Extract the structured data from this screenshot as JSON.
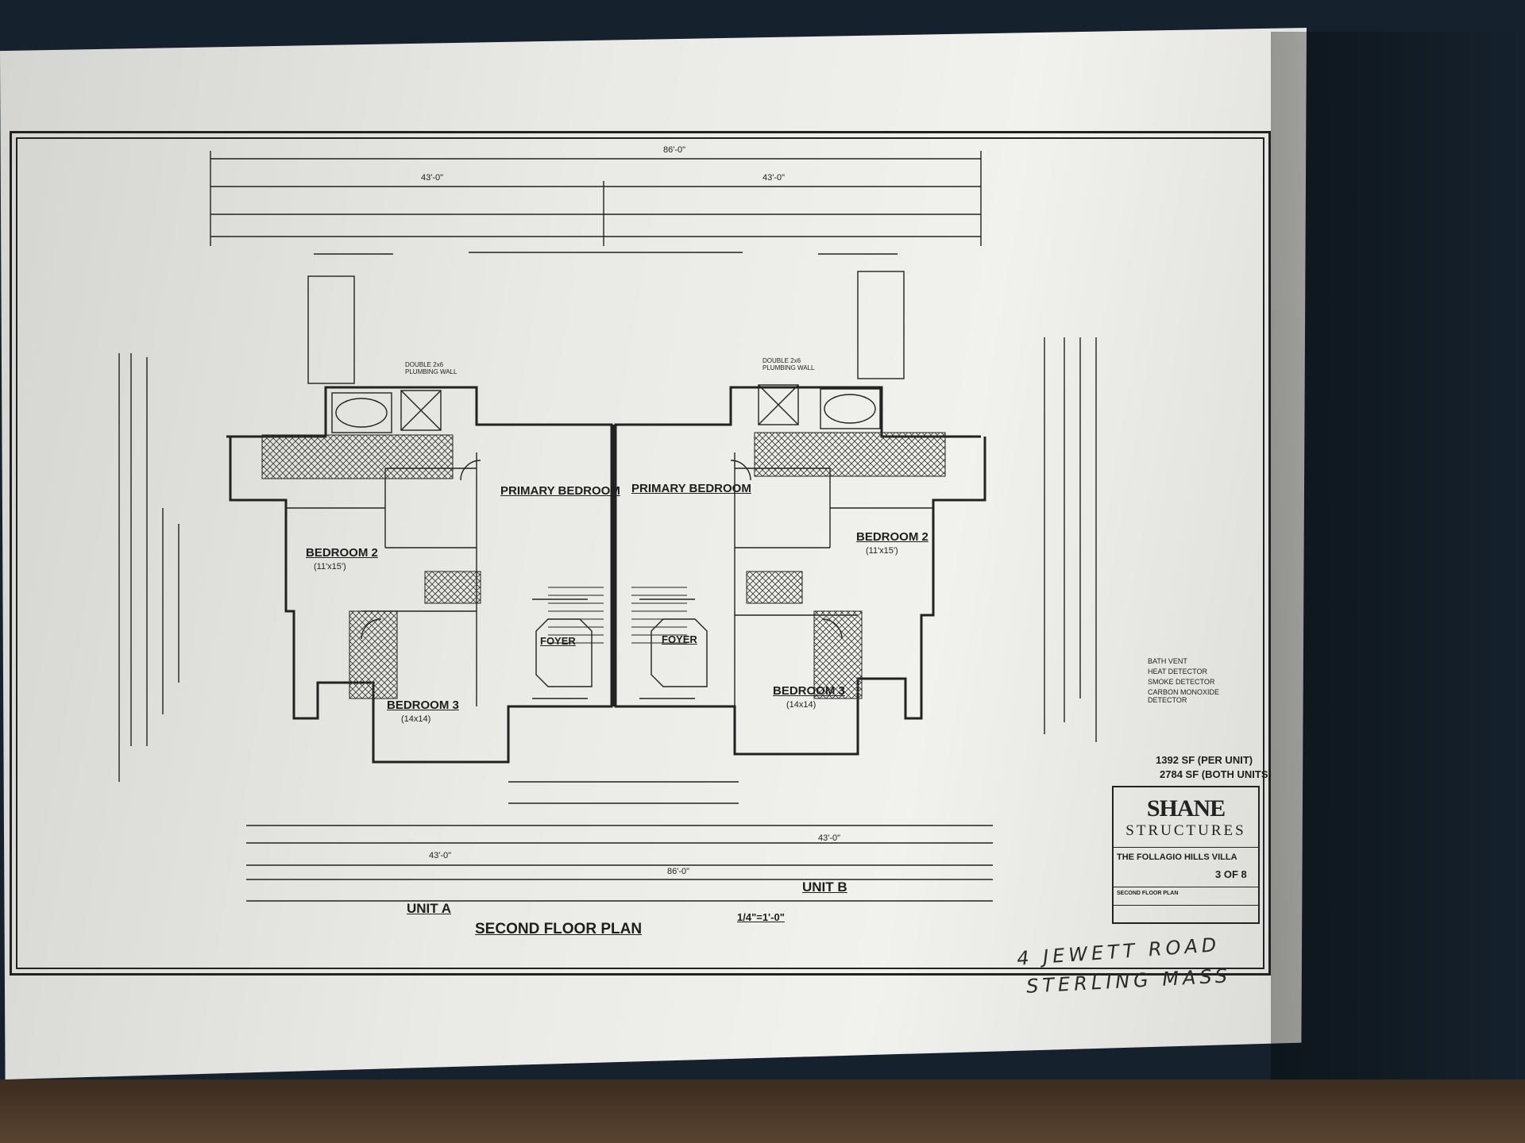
{
  "plan": {
    "units": {
      "unit_a": "UNIT A",
      "unit_b": "UNIT B"
    },
    "rooms": {
      "primary_bedroom_a": "PRIMARY BEDROOM",
      "primary_bedroom_b": "PRIMARY BEDROOM",
      "bedroom_2_a": "BEDROOM 2",
      "bedroom_2_b": "BEDROOM 2",
      "bedroom_3_a": "BEDROOM 3",
      "bedroom_3_b": "BEDROOM 3",
      "foyer_a": "FOYER",
      "foyer_b": "FOYER",
      "bedroom_2_a_size": "(11'x15')",
      "bedroom_2_b_size": "(11'x15')",
      "bedroom_3_a_size": "(14x14)",
      "bedroom_3_b_size": "(14x14)",
      "double_wall_a": "DOUBLE 2x6 PLUMBING WALL",
      "double_wall_b": "DOUBLE 2x6 PLUMBING WALL"
    },
    "dimensions": {
      "overall": "86'-0\"",
      "half_left": "43'-0\"",
      "half_right": "43'-0\""
    },
    "title": "SECOND FLOOR PLAN",
    "scale": "1/4\"=1'-0\""
  },
  "areas": {
    "per_unit": "1392 SF (PER UNIT)",
    "both": "2784 SF (BOTH UNITS)"
  },
  "legend": {
    "items": [
      "BATH VENT",
      "HEAT DETECTOR",
      "SMOKE DETECTOR",
      "CARBON MONOXIDE DETECTOR"
    ]
  },
  "title_block": {
    "company_line1": "SHANE",
    "company_line2": "STRUCTURES",
    "project": "THE FOLLAGIO HILLS VILLA",
    "sheet": "3 OF 8",
    "drawing": "SECOND FLOOR PLAN"
  },
  "handwritten": {
    "line1": "4 JEWETT ROAD",
    "line2": "STERLING MASS"
  }
}
